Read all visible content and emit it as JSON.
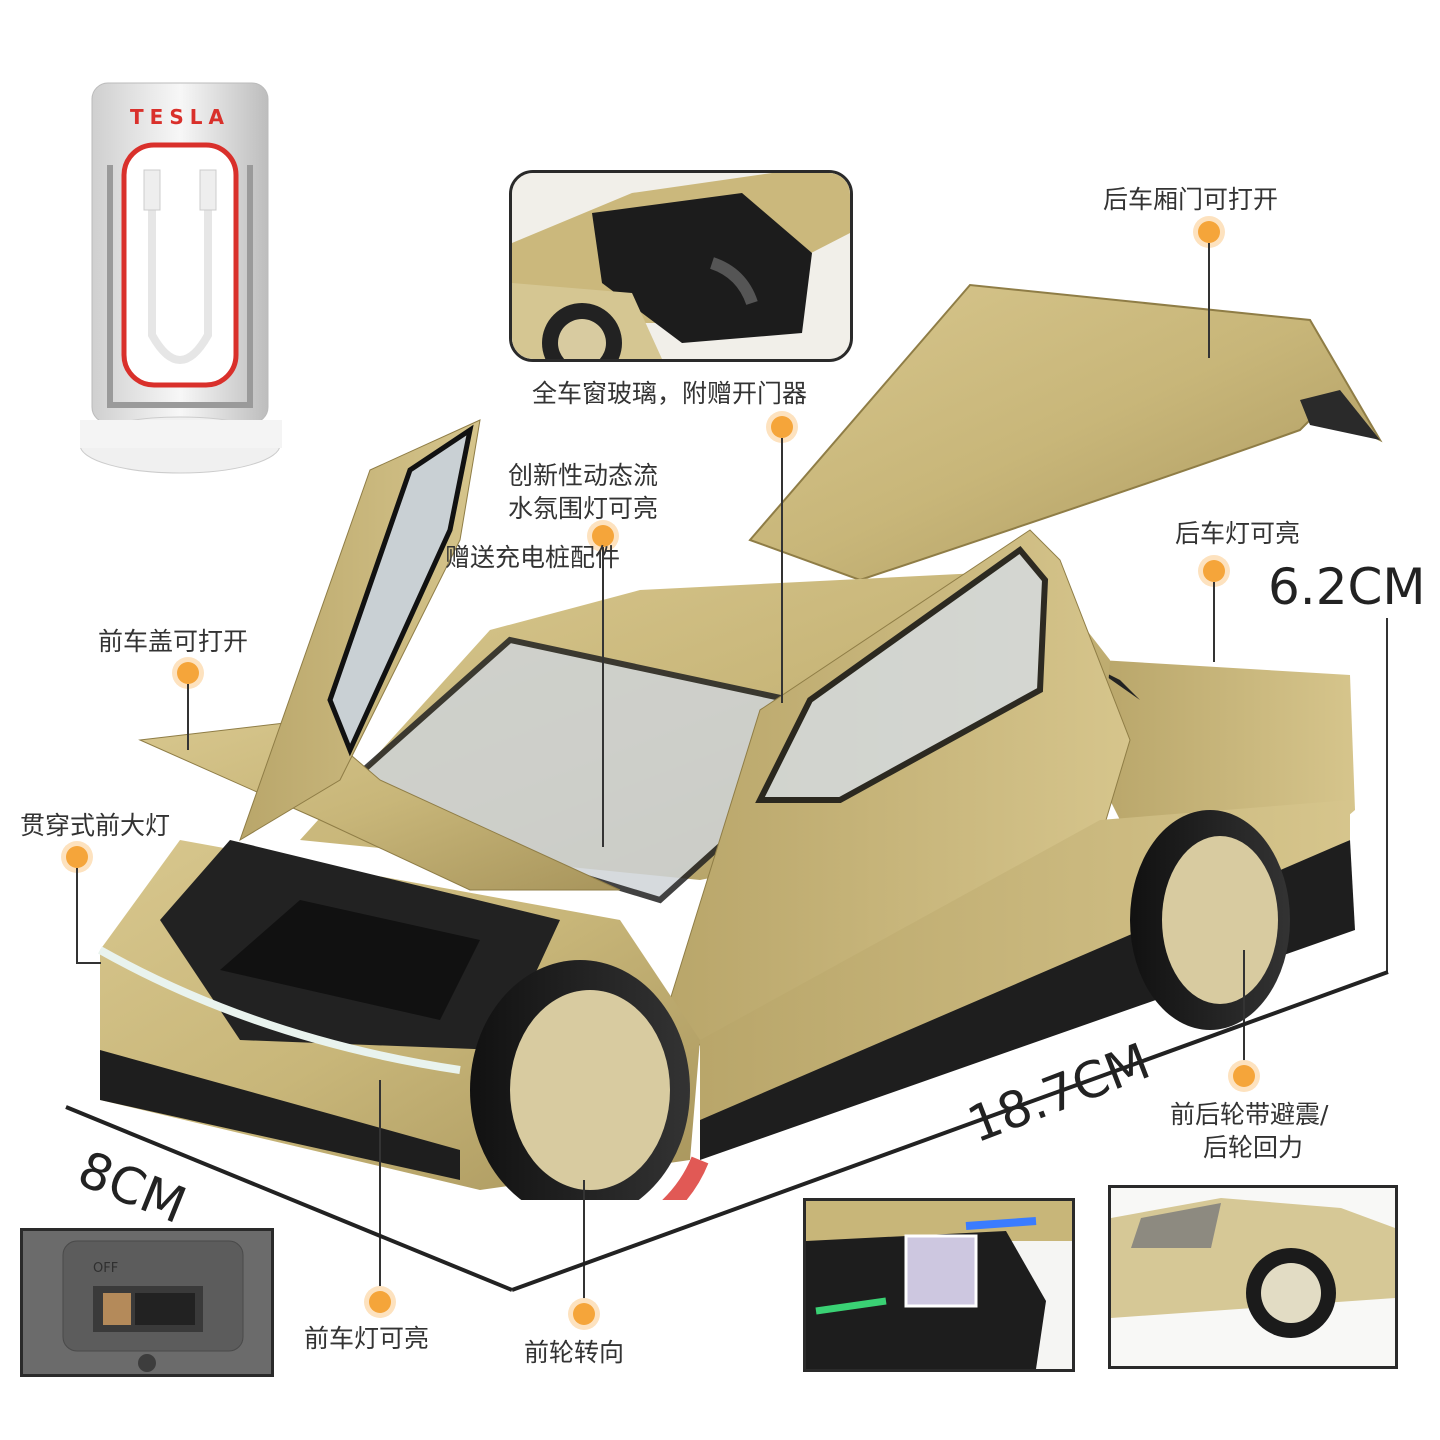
{
  "charger": {
    "brand": "TESLA"
  },
  "labels": {
    "rear_trunk": "后车厢门可打开",
    "glass": "全车窗玻璃，附赠开门器",
    "ambient_1": "创新性动态流",
    "ambient_2": "水氛围灯可亮",
    "charger_gift": "赠送充电桩配件",
    "rear_light": "后车灯可亮",
    "front_hood": "前车盖可打开",
    "headlight_strip": "贯穿式前大灯",
    "suspension_1": "前后轮带避震/",
    "suspension_2": "后轮回力",
    "front_light": "前车灯可亮",
    "steering": "前轮转向"
  },
  "dimensions": {
    "height": "6.2CM",
    "length": "18.7CM",
    "width": "8CM"
  },
  "switch_panel": {
    "off": "OFF"
  },
  "colors": {
    "body_gold": "#c8b679",
    "accent_orange": "#f5a53a",
    "charger_red": "#d9302b",
    "arrow_red": "#d9302b"
  }
}
